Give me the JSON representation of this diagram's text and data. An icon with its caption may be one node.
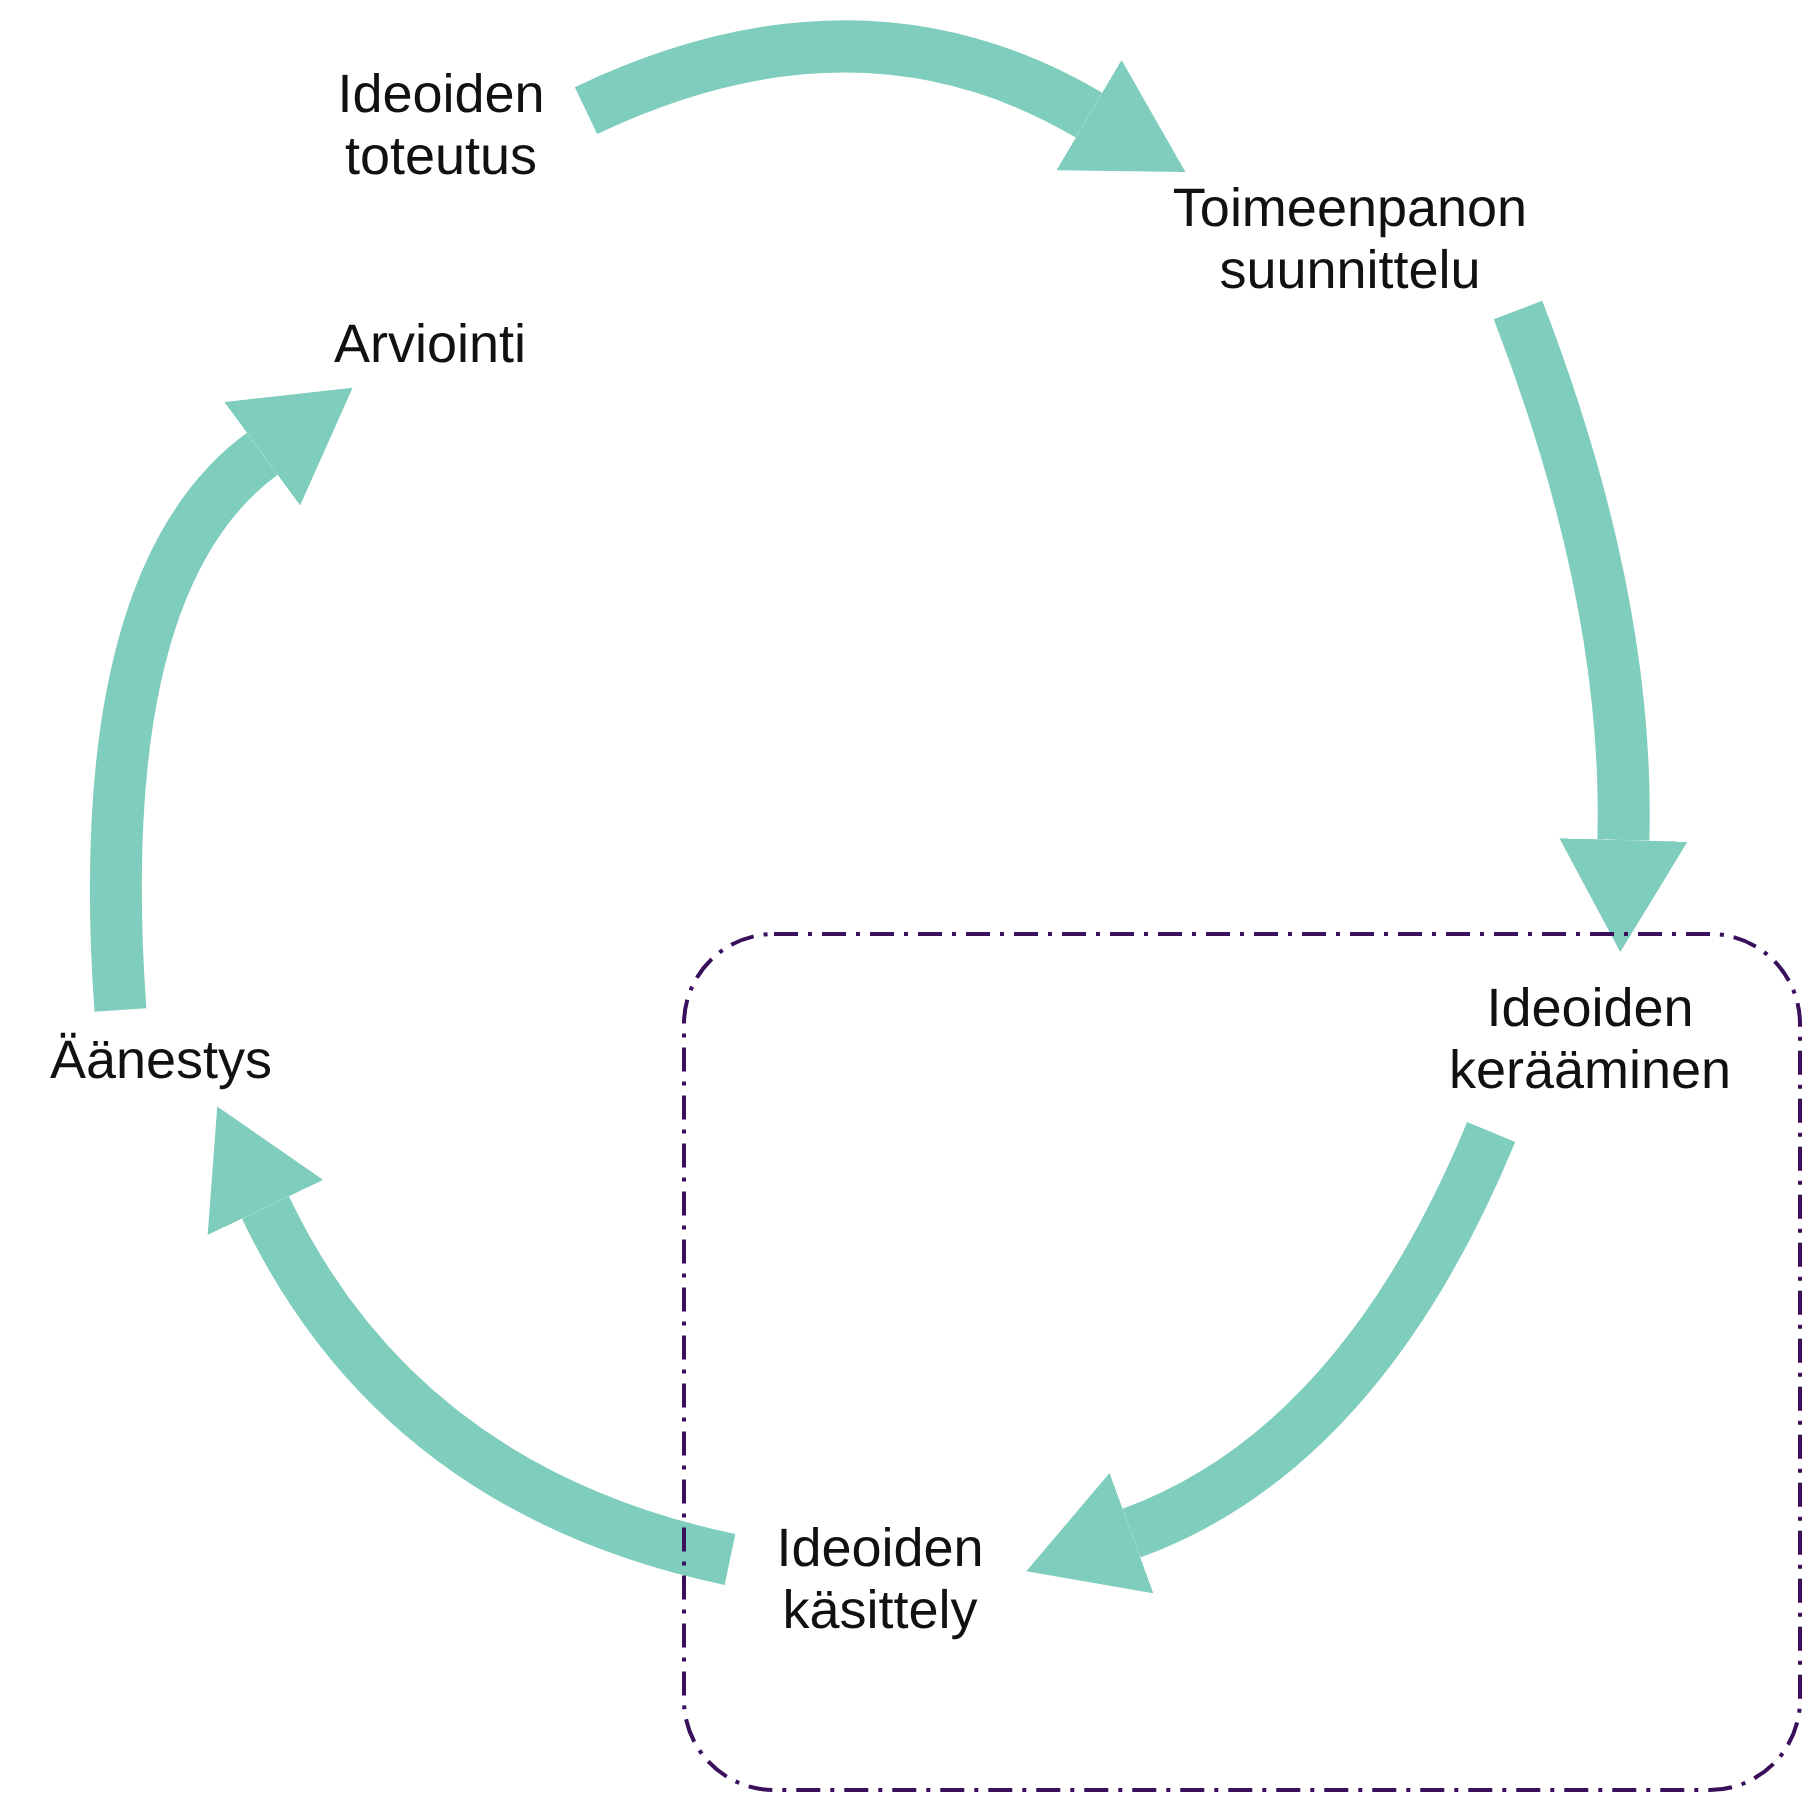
{
  "diagram": {
    "nodes": [
      {
        "text": [
          "Ideoiden toteutus"
        ]
      },
      {
        "text": [
          "Toimeenpanon suunnittelu"
        ]
      },
      {
        "text": [
          "Arviointi"
        ]
      },
      {
        "text": [],
        "shape": "box"
      },
      {
        "text": [
          "Ideoiden kerääminen"
        ],
        "in": 3
      },
      {
        "text": [
          "Äänestys"
        ]
      },
      {
        "text": [
          "Ideoiden käsittely"
        ],
        "in": 3
      }
    ],
    "edges": [
      {
        "from": 0,
        "to": 1,
        "arrow": "to"
      },
      {
        "from": 1,
        "to": 4,
        "arrow": "to"
      },
      {
        "from": 4,
        "to": 6,
        "arrow": "to"
      },
      {
        "from": 6,
        "to": 5,
        "arrow": "to"
      },
      {
        "from": 5,
        "to": 2,
        "arrow": "to"
      }
    ]
  }
}
